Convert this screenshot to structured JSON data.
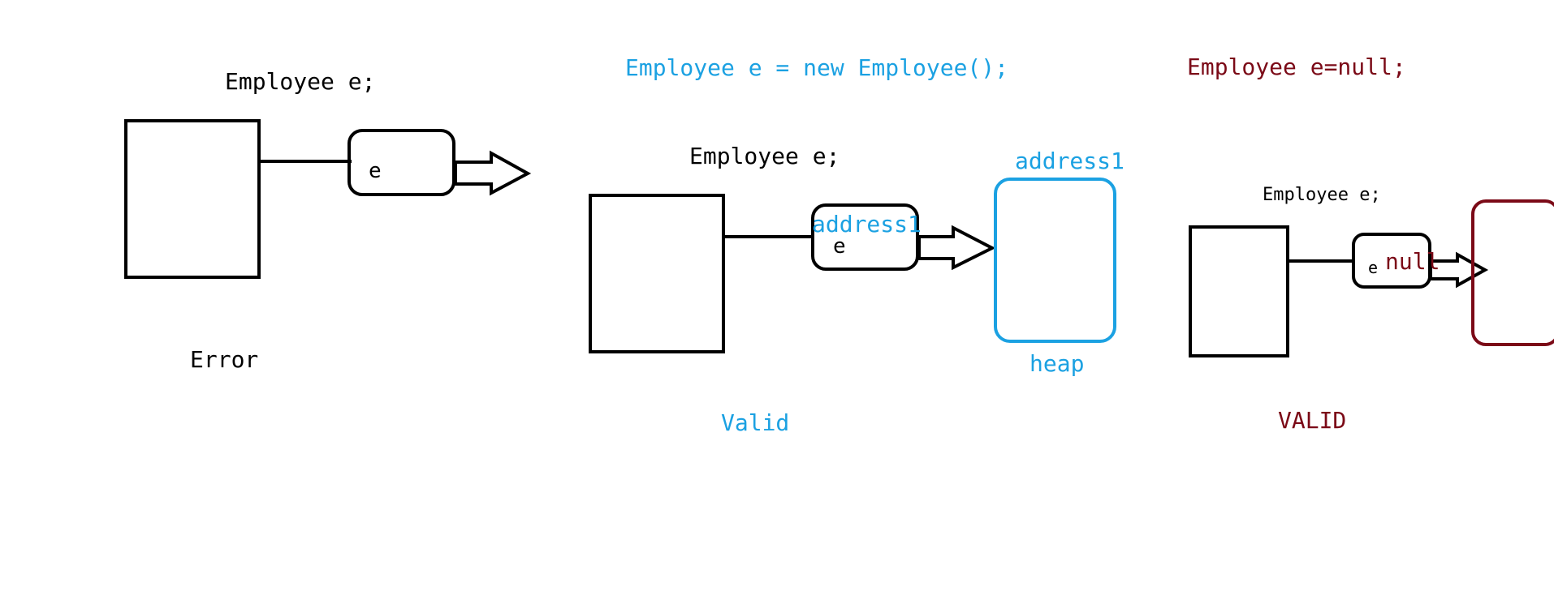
{
  "colors": {
    "black": "#000000",
    "blue": "#1ba1e2",
    "maroon": "#7b0a17"
  },
  "panel_error": {
    "code": "Employee e;",
    "ref_label": "e",
    "status": "Error"
  },
  "panel_new": {
    "code_top": "Employee e = new Employee();",
    "code": "Employee e;",
    "ref_label": "e",
    "ref_value": "address1",
    "heap_address": "address1",
    "heap_label": "heap",
    "status": "Valid"
  },
  "panel_null": {
    "code_top": "Employee e=null;",
    "code": "Employee e;",
    "ref_label": "e",
    "ref_value": "null",
    "status": "VALID"
  }
}
